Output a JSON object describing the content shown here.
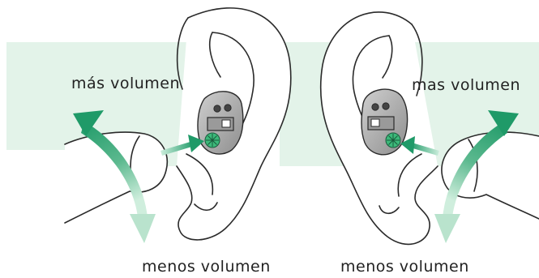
{
  "labels": {
    "more_volume_left": "más volumen",
    "more_volume_right": "mas volumen",
    "less_volume_left": "menos volumen",
    "less_volume_right": "menos volumen"
  },
  "colors": {
    "band": "#e2f2e8",
    "arrow_green": "#1f9a68",
    "arrow_light": "#b9e3cd",
    "device_gray": "#a9a9a9",
    "device_dark": "#555555",
    "wheel_green": "#3cb97a",
    "outline": "#2a2a2a"
  },
  "icons": {
    "ear_left": "ear-icon",
    "ear_right": "ear-icon",
    "hearing_aid_left": "hearing-aid-icon",
    "hearing_aid_right": "hearing-aid-icon",
    "volume_wheel": "volume-wheel-icon",
    "finger": "finger-icon"
  }
}
